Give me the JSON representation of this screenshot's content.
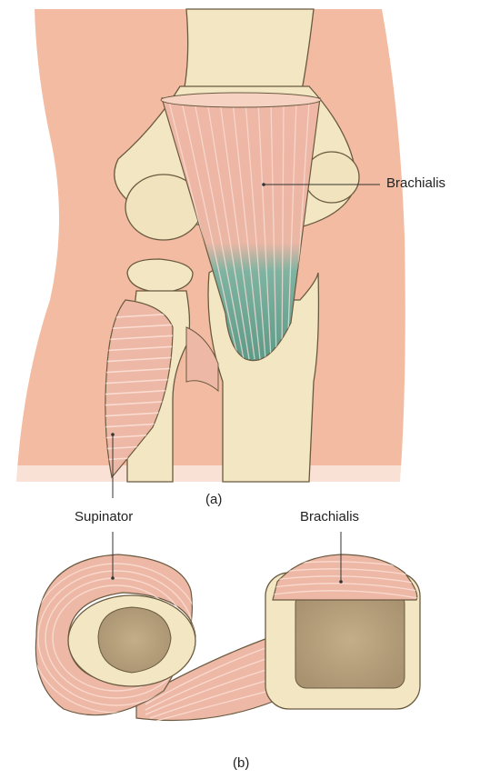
{
  "labels": {
    "brachialis_a": "Brachialis",
    "panel_a": "(a)",
    "supinator": "Supinator",
    "brachialis_b": "Brachialis",
    "panel_b": "(b)"
  },
  "colors": {
    "skin": "#f3bca2",
    "bone": "#f3e7c3",
    "bone_outline": "#6a5a40",
    "muscle": "#eeb8a6",
    "muscle_fiber": "#fbe1d8",
    "tendon": "#6fa898",
    "marrow": "#b9a47e"
  }
}
